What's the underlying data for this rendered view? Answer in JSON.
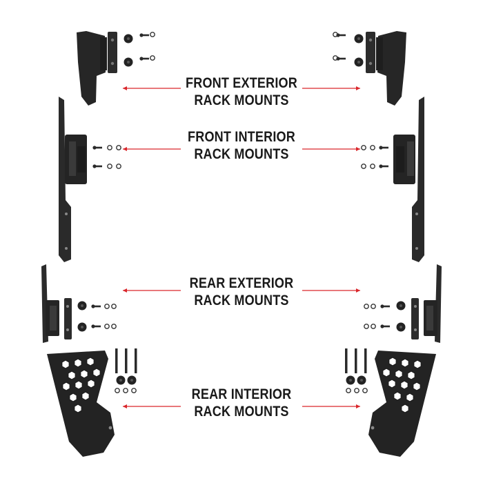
{
  "accent_color": "#d9262b",
  "hardware_color": "#2a2a2a",
  "labels": {
    "front_exterior": {
      "line1": "FRONT EXTERIOR",
      "line2": "RACK MOUNTS"
    },
    "front_interior": {
      "line1": "FRONT INTERIOR",
      "line2": "RACK MOUNTS"
    },
    "rear_exterior": {
      "line1": "REAR EXTERIOR",
      "line2": "RACK MOUNTS"
    },
    "rear_interior": {
      "line1": "REAR INTERIOR",
      "line2": "RACK MOUNTS"
    }
  }
}
